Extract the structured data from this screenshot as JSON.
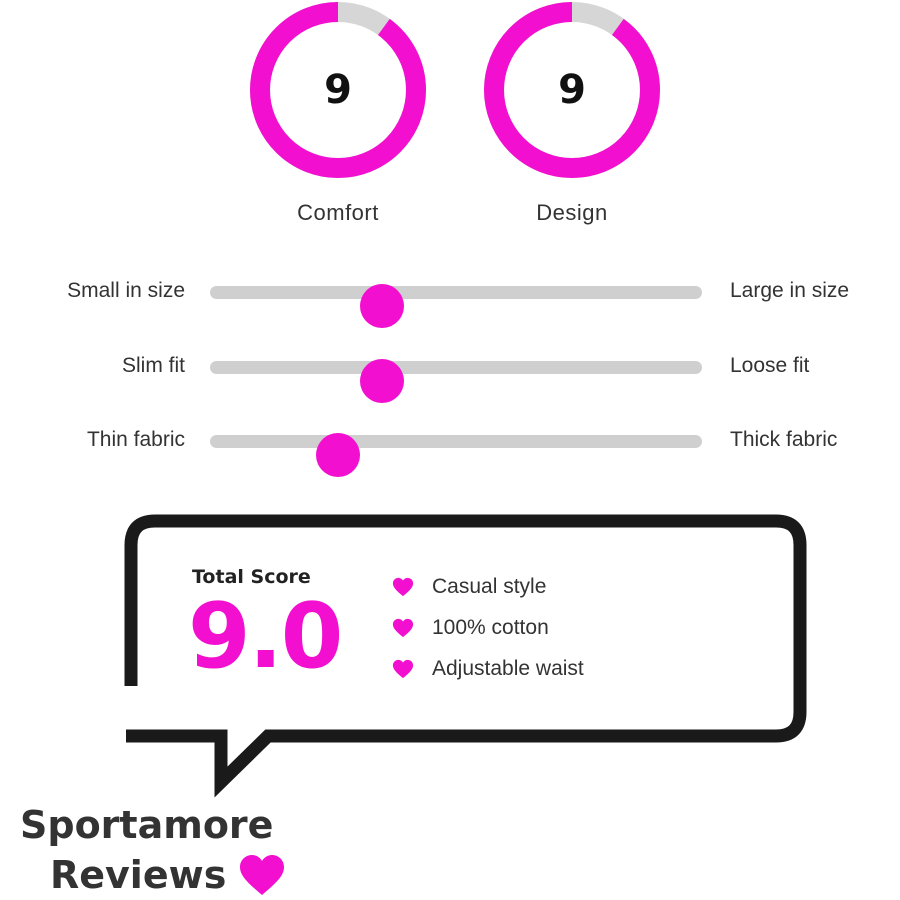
{
  "ratings": [
    {
      "label": "Comfort",
      "value": "9",
      "score": 9,
      "max": 10
    },
    {
      "label": "Design",
      "value": "9",
      "score": 9,
      "max": 10
    }
  ],
  "sliders": [
    {
      "left_label": "Small in size",
      "right_label": "Large in size",
      "position": 0.35
    },
    {
      "left_label": "Slim fit",
      "right_label": "Loose fit",
      "position": 0.35
    },
    {
      "left_label": "Thin fabric",
      "right_label": "Thick fabric",
      "position": 0.26
    }
  ],
  "score": {
    "title": "Total Score",
    "value": "9.0",
    "features": [
      "Casual style",
      "100% cotton",
      "Adjustable waist"
    ]
  },
  "brand": {
    "line1": "Sportamore",
    "line2": "Reviews"
  },
  "colors": {
    "accent": "#f20fcf",
    "track": "#cfcfcf",
    "ring_remainder": "#d6d6d6",
    "text": "#333333"
  }
}
